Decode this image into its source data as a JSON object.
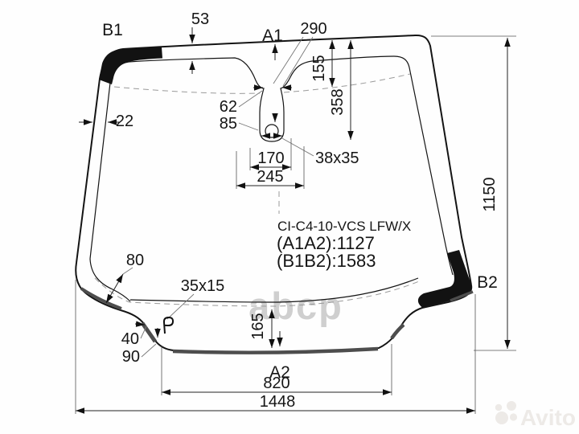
{
  "labels": {
    "b1": "B1",
    "a1": "A1",
    "a2": "A2",
    "b2": "B2"
  },
  "dims": {
    "top_band": "53",
    "recess_width": "290",
    "band_depth": "155",
    "mount_depth": "358",
    "neck_width": "62",
    "bulb_width": "85",
    "sensor_size": "38x35",
    "sensor_inner_width": "170",
    "sensor_outer_width": "245",
    "side_band": "22",
    "glass_height": "1150",
    "bottom_band": "80",
    "slot_size": "35x15",
    "step_top": "40",
    "step_bottom": "90",
    "bottom_inset": "165",
    "bottom_width": "820",
    "total_width": "1448"
  },
  "part": {
    "code": "CI-C4-10-VCS LFW/X",
    "a1a2": "(A1A2):1127",
    "b1b2": "(B1B2):1583"
  },
  "watermark": {
    "center": "abcp",
    "brand": "Avito"
  }
}
